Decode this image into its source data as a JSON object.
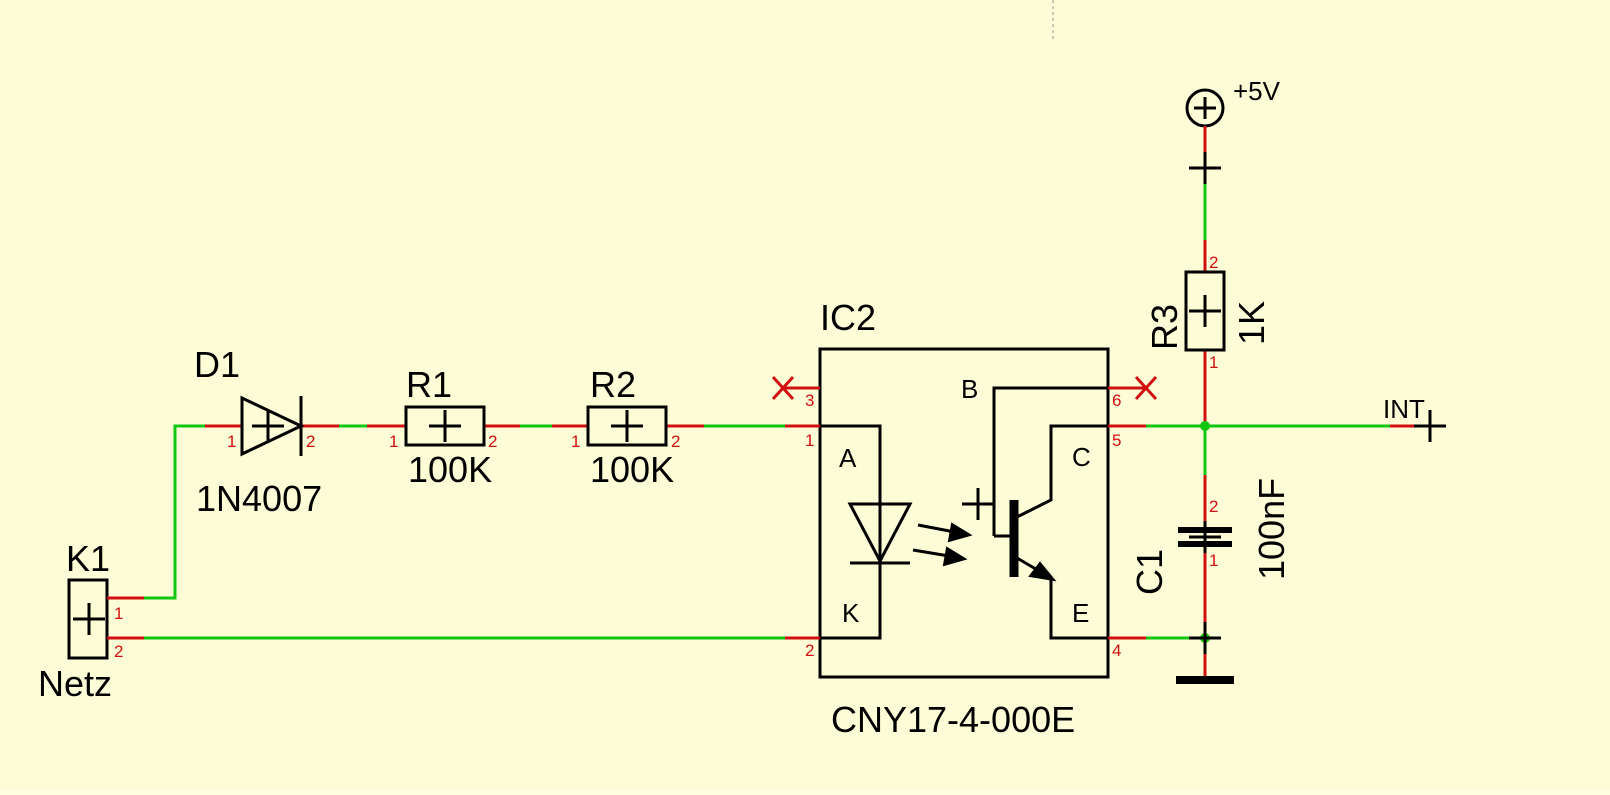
{
  "components": {
    "k1": {
      "ref": "K1",
      "value": "Netz",
      "pins": [
        "1",
        "2"
      ]
    },
    "d1": {
      "ref": "D1",
      "value": "1N4007",
      "pins": [
        "1",
        "2"
      ]
    },
    "r1": {
      "ref": "R1",
      "value": "100K",
      "pins": [
        "1",
        "2"
      ]
    },
    "r2": {
      "ref": "R2",
      "value": "100K",
      "pins": [
        "1",
        "2"
      ]
    },
    "ic2": {
      "ref": "IC2",
      "value": "CNY17-4-000E",
      "pins": [
        "1",
        "2",
        "3",
        "4",
        "5",
        "6"
      ],
      "pin_names": {
        "a": "A",
        "k": "K",
        "b": "B",
        "c": "C",
        "e": "E"
      }
    },
    "r3": {
      "ref": "R3",
      "value": "1K",
      "pins": [
        "1",
        "2"
      ]
    },
    "c1": {
      "ref": "C1",
      "value": "100nF",
      "pins": [
        "1",
        "2"
      ]
    }
  },
  "supply": {
    "label": "+5V"
  },
  "net_labels": {
    "int": "INT"
  },
  "colors": {
    "background": "#fcfcd6",
    "wire": "#11c711",
    "pin": "#d01010",
    "symbol": "#000000"
  }
}
